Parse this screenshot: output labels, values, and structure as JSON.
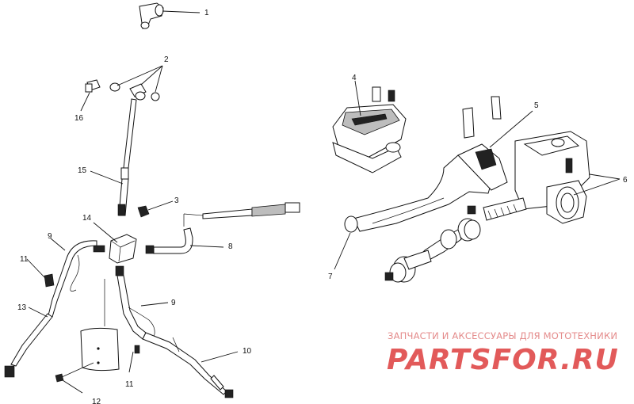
{
  "callouts": [
    "1",
    "2",
    "3",
    "4",
    "5",
    "6",
    "7",
    "8",
    "9",
    "9",
    "10",
    "11",
    "11",
    "12",
    "13",
    "14",
    "15",
    "16"
  ],
  "watermark": {
    "line1": "ЗАПЧАСТИ И АКСЕССУАРЫ ДЛЯ МОТОТЕХНИКИ",
    "line2": "PARTSFOR.RU"
  }
}
